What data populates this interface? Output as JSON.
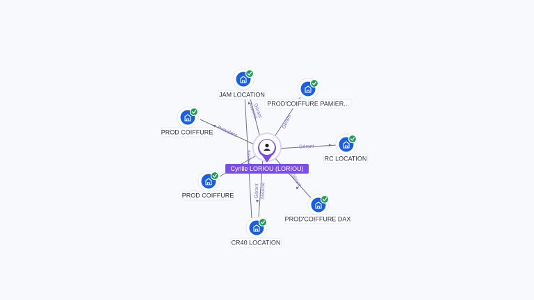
{
  "center": {
    "label": "Cyrille LORIOU (LORIOU)",
    "icon": "person-icon"
  },
  "colors": {
    "accent": "#7b4fe6",
    "node": "#1a5fe0",
    "check": "#1f9d55",
    "edge_label": "#7a6ed6"
  },
  "nodes": [
    {
      "id": "jam",
      "label": "JAM LOCATION",
      "icon": "building-icon",
      "verified": true
    },
    {
      "id": "pamier",
      "label": "PROD'COIFFURE PAMIER...",
      "icon": "building-icon",
      "verified": true
    },
    {
      "id": "pc1",
      "label": "PROD COIFFURE",
      "icon": "building-icon",
      "verified": true
    },
    {
      "id": "rc",
      "label": "RC LOCATION",
      "icon": "building-icon",
      "verified": true
    },
    {
      "id": "pc2",
      "label": "PROD COIFFURE",
      "icon": "building-icon",
      "verified": true
    },
    {
      "id": "dax",
      "label": "PROD'COIFFURE DAX",
      "icon": "building-icon",
      "verified": true
    },
    {
      "id": "cr40",
      "label": "CR40 LOCATION",
      "icon": "building-icon",
      "verified": true
    }
  ],
  "edges": [
    {
      "to": "jam",
      "labels": [
        "Gérant",
        "Associé"
      ]
    },
    {
      "to": "pamier",
      "labels": [
        "Gérant"
      ]
    },
    {
      "to": "pc1",
      "labels": [
        "Président"
      ]
    },
    {
      "to": "rc",
      "labels": [
        "Gérant"
      ]
    },
    {
      "to": "pc2",
      "labels": []
    },
    {
      "to": "dax",
      "labels": [
        "Gérant"
      ]
    },
    {
      "to": "cr40",
      "labels": [
        "Gérant",
        "Associé"
      ]
    },
    {
      "to": "cr40",
      "labels": [
        "Associé"
      ]
    }
  ]
}
